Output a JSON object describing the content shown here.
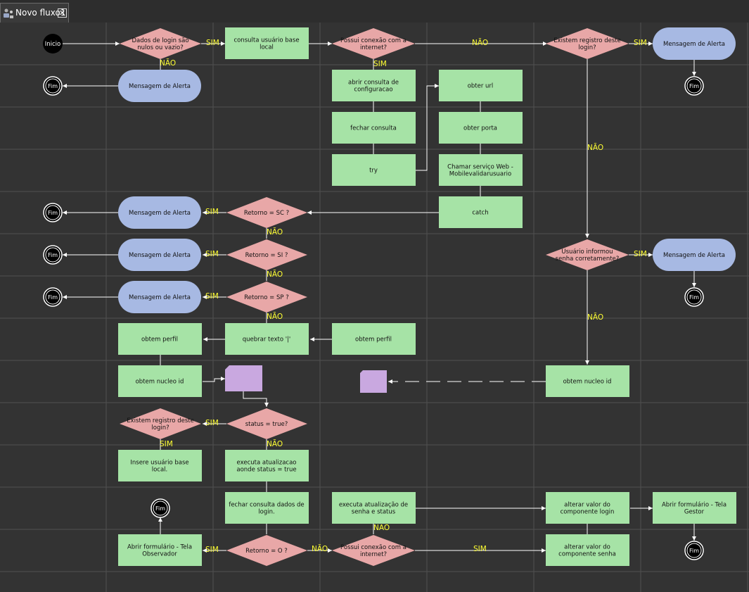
{
  "tab": {
    "title": "Novo fluxo1",
    "icon": "flow-diagram-icon",
    "close_icon": "close-icon"
  },
  "colors": {
    "canvas": "#333333",
    "grid": "#505050",
    "process": "#a6e3a6",
    "decision": "#e8a7a7",
    "alert": "#a7b9e3",
    "connector": "#c9a8e0",
    "edge": "#ffffff",
    "edge_label": "#ffff33",
    "start_node": "#000000"
  },
  "nodes": {
    "start": "Inicio",
    "dec_login_null": "Dados de login são nulos ou vazio?",
    "consulta_local": "consulta usuário base local",
    "dec_conexao1": "Possui conexão com a internet?",
    "dec_existe1": "Existem registro deste login?",
    "alert_1": "Mensagem de Alerta",
    "alert_2": "Mensagem de Alerta",
    "abrir_consulta": "abrir consulta de configuracao",
    "obter_url": "obter url",
    "fechar_consulta": "fechar consulta",
    "obter_porta": "obter porta",
    "try_box": "try",
    "chamar_servico": "Chamar serviço Web - Mobilevalidarusuario",
    "catch_box": "catch",
    "dec_sc": "Retorno = SC ?",
    "alert_sc": "Mensagem de Alerta",
    "dec_si": "Retorno = SI ?",
    "alert_si": "Mensagem de Alerta",
    "dec_sp": "Retorno = SP ?",
    "alert_sp": "Mensagem de Alerta",
    "dec_senha": "Usuário informou senha corretamente?",
    "alert_senha": "Mensagem de Alerta",
    "obtem_perfil_1": "obtem perfil",
    "quebrar_texto": "quebrar texto '|'",
    "obtem_perfil_2": "obtem perfil",
    "obtem_nucleo_1": "obtem nucleo id",
    "obtem_nucleo_2": "obtem nucleo id",
    "dec_existe2": "Existem registro deste login?",
    "dec_status": "status = true?",
    "insere_usuario": "Insere usuário base local.",
    "executa_atualizacao1": "executa atualizacao aonde status = true",
    "fechar_consulta_dados": "fechar consulta dados de login.",
    "executa_atualizacao2": "executa atualização de senha e status",
    "alterar_login": "alterar valor do componente login",
    "abrir_gestor": "Abrir formulário - Tela Gestor",
    "abrir_observador": "Abrir formulário - Tela Observador",
    "dec_retorno_o": "Retorno = O ?",
    "dec_conexao2": "Possui conexão com a internet?",
    "alterar_senha": "alterar valor do componente senha",
    "end": "Fim"
  },
  "labels": {
    "sim": "SIM",
    "nao": "NÃO",
    "nao_plain": "NAO"
  }
}
